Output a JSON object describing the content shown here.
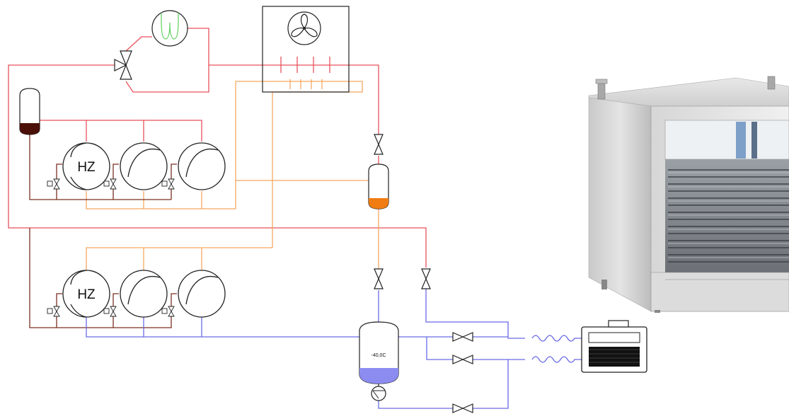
{
  "labels": {
    "hz_upper": "HZ",
    "hz_lower": "HZ",
    "separator_temperature": "-40,0C"
  },
  "colors": {
    "background": "#ffffff",
    "hot_gas_line": "#e8505a",
    "suction_line": "#f4a860",
    "oil_line": "#7a2f22",
    "cold_line": "#6a6ae6",
    "receiver_fill": "#f07c12",
    "oil_fill": "#4a1008",
    "separator_fill": "#8c8cf0",
    "coil_green": "#66d266",
    "symbol_stroke": "#222222"
  },
  "icons": {
    "condenser_fan": "fan-icon",
    "compressor": "compressor-icon",
    "valve": "valve-icon",
    "pump": "pump-icon",
    "expansion_valve": "expansion-valve-icon",
    "evaporator": "evaporator-icon",
    "photo": "plate-freezer-photo"
  }
}
